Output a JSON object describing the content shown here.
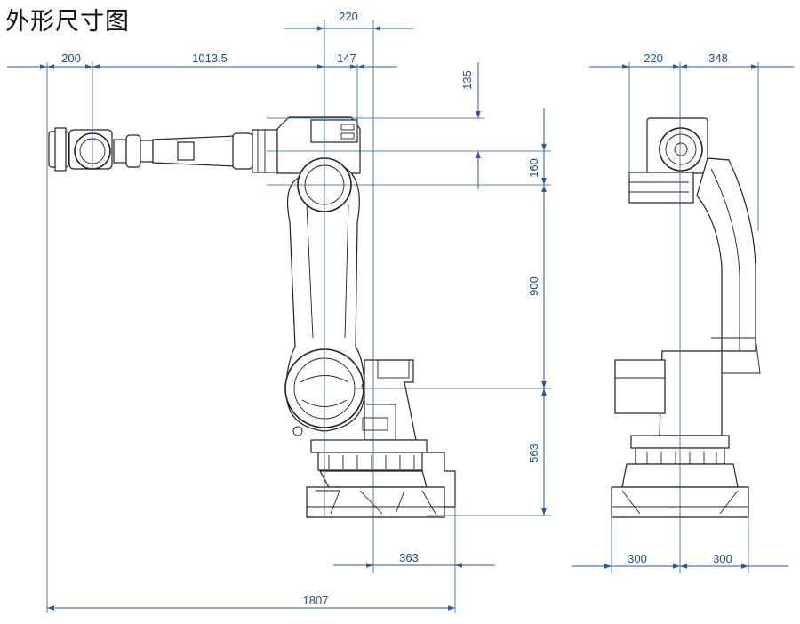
{
  "title": "外形尺寸图",
  "side_view": {
    "dims_top": {
      "d220": "220",
      "d200": "200",
      "d1013": "1013.5",
      "d147": "147"
    },
    "dims_right": {
      "d135": "135",
      "d160": "160",
      "d900": "900",
      "d563": "563"
    },
    "dims_bottom": {
      "d363": "363",
      "d1807": "1807"
    }
  },
  "front_view": {
    "dims_top": {
      "d220": "220",
      "d348": "348"
    },
    "dims_bottom": {
      "d300a": "300",
      "d300b": "300"
    }
  }
}
